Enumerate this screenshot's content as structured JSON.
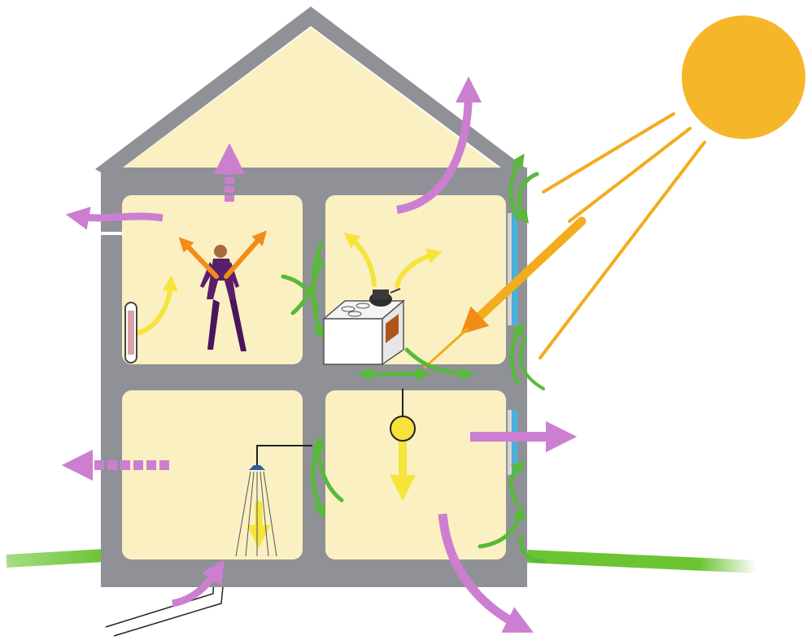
{
  "diagram": {
    "colors": {
      "background": "#ffffff",
      "wall": "#8f9196",
      "room_fill": "#fbf0c2",
      "sun": "#f6b62a",
      "sun_ray": "#f2ac1e",
      "heat_loss_arrow": "#cc7fd0",
      "air_flow_arrow": "#58b93a",
      "internal_heat_arrow": "#f4e43c",
      "person_heat_arrow": "#f28c18",
      "ground": "#6cc433",
      "window_glass": "#3fb6e6",
      "person": "#5a1f6b"
    },
    "elements": [
      "sun-icon",
      "house-section",
      "person-icon",
      "stove-icon",
      "radiator-icon",
      "lamp-icon",
      "shower-icon",
      "ground-line",
      "drain-pipe"
    ]
  }
}
